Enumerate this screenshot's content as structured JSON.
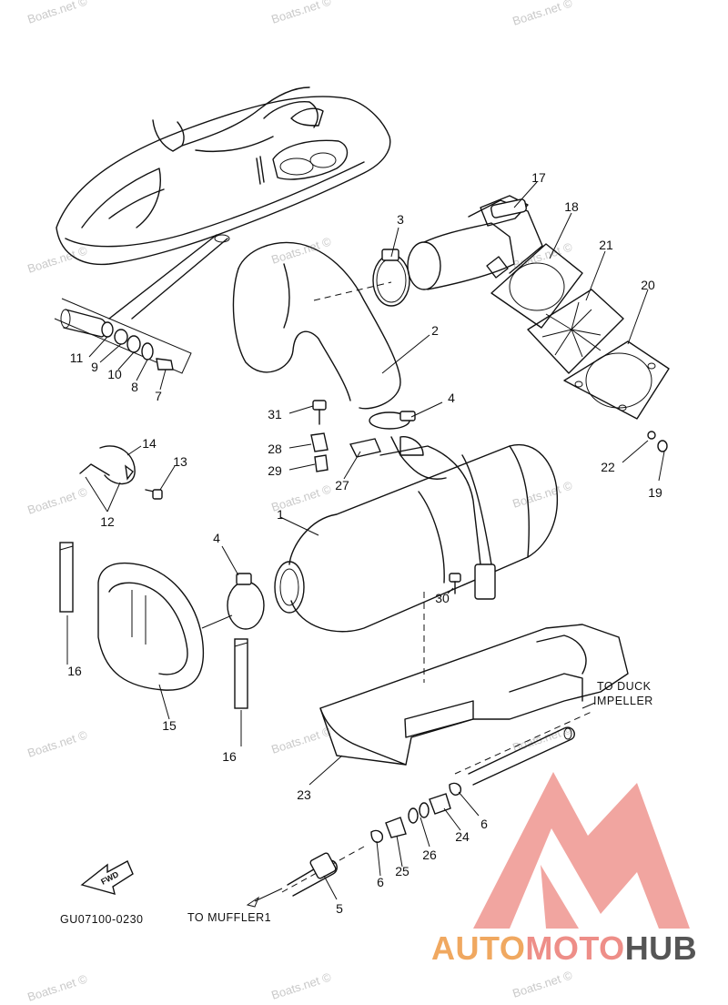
{
  "watermark": "Boats.net ©",
  "diagram_code": "GU07100-0230",
  "notes": {
    "to_duck_impeller_line1": "TO DUCK",
    "to_duck_impeller_line2": "IMPELLER",
    "to_muffler": "TO MUFFLER1",
    "fwd": "FWD"
  },
  "callouts": [
    "1",
    "2",
    "3",
    "4",
    "4",
    "5",
    "6",
    "6",
    "7",
    "8",
    "9",
    "10",
    "11",
    "12",
    "13",
    "14",
    "15",
    "16",
    "16",
    "17",
    "18",
    "19",
    "20",
    "21",
    "22",
    "23",
    "24",
    "25",
    "26",
    "27",
    "28",
    "29",
    "30",
    "31"
  ],
  "logo": {
    "part1": "AUTO",
    "part2": "MOTO",
    "part3": "HUB",
    "colors": {
      "orange": "#f0a860",
      "red": "#ee8e88",
      "gray": "#555555"
    }
  }
}
